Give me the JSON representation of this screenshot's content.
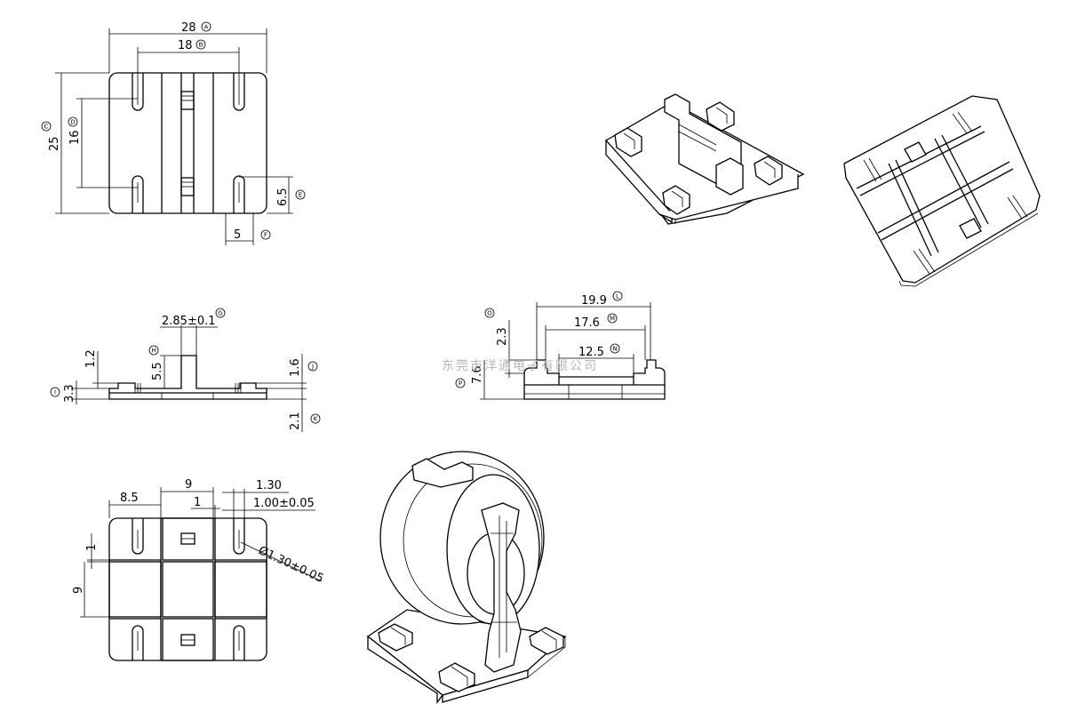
{
  "top_view": {
    "dim_28": "28",
    "tag_A": "A",
    "dim_18": "18",
    "tag_B": "B",
    "dim_25": "25",
    "tag_C": "C",
    "dim_16": "16",
    "tag_D": "D",
    "dim_6_5": "6.5",
    "tag_E": "E",
    "dim_5": "5",
    "tag_F": "F"
  },
  "side_view": {
    "dim_2_85": "2.85±0.1",
    "tag_G": "G",
    "dim_5_5": "5.5",
    "tag_H": "H",
    "dim_1_2": "1.2",
    "dim_3_3": "3.3",
    "tag_I": "I",
    "dim_1_6": "1.6",
    "tag_J": "J",
    "dim_2_1": "2.1",
    "tag_K": "K"
  },
  "front_view": {
    "dim_19_9": "19.9",
    "tag_L": "L",
    "dim_17_6": "17.6",
    "tag_M": "M",
    "dim_12_5": "12.5",
    "tag_N": "N",
    "dim_2_3": "2.3",
    "tag_O": "O",
    "dim_7_6": "7.6",
    "tag_P": "P"
  },
  "bottom_view": {
    "dim_8_5": "8.5",
    "dim_9_top": "9",
    "dim_1_top": "1",
    "dim_1_30": "1.30",
    "dim_1_00": "1.00±0.05",
    "dim_dia": "Ø1.30±0.05",
    "dim_1_left": "1",
    "dim_9_left": "9"
  },
  "watermark": "东莞市洋通电子有限公司"
}
